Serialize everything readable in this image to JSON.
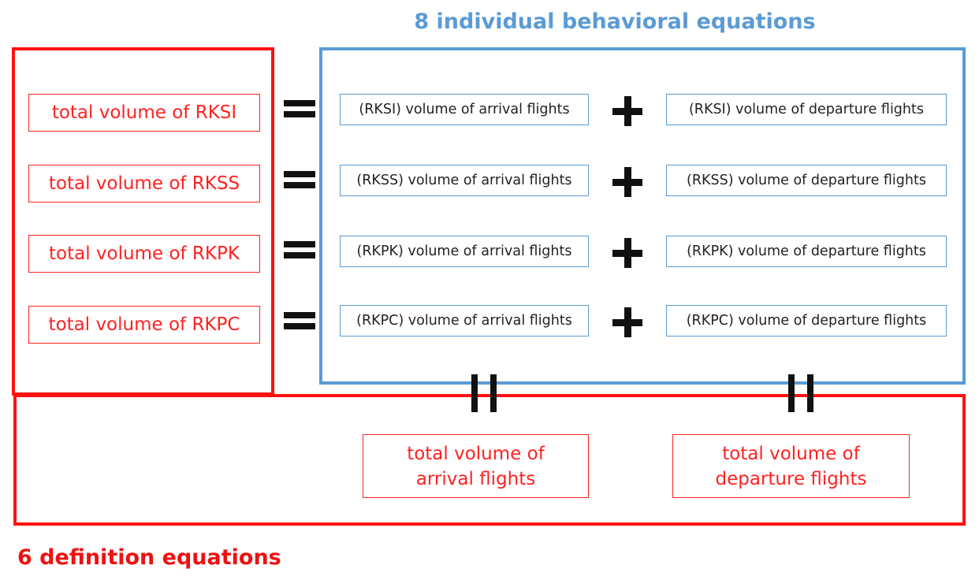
{
  "titles": {
    "behavioral": "8 individual behavioral equations",
    "definition": "6 definition equations"
  },
  "rows": [
    {
      "total": "total volume of RKSI",
      "arrival": "(RKSI) volume of arrival flights",
      "departure": "(RKSI) volume of departure flights"
    },
    {
      "total": "total volume of RKSS",
      "arrival": "(RKSS) volume of arrival flights",
      "departure": "(RKSS) volume of departure flights"
    },
    {
      "total": "total volume of RKPK",
      "arrival": "(RKPK) volume of arrival flights",
      "departure": "(RKPK) volume of departure flights"
    },
    {
      "total": "total volume of RKPC",
      "arrival": "(RKPC) volume of arrival flights",
      "departure": "(RKPC) volume of departure flights"
    }
  ],
  "totals": {
    "arrival": [
      "total volume of",
      "arrival flights"
    ],
    "departure": [
      "total volume of",
      "departure flights"
    ]
  },
  "colors": {
    "definition_red": "#ff1111",
    "behavioral_blue": "#5b9bd5",
    "operator_black": "#111111"
  }
}
